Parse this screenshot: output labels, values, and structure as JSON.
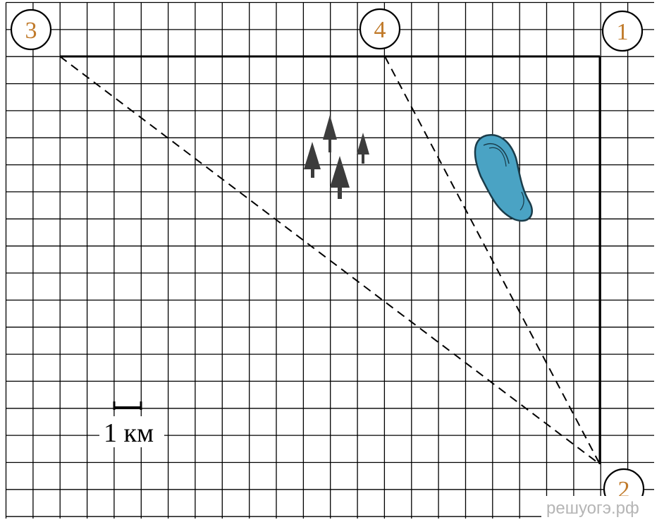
{
  "points": [
    {
      "id": "p1",
      "label": "1"
    },
    {
      "id": "p2",
      "label": "2"
    },
    {
      "id": "p3",
      "label": "3"
    },
    {
      "id": "p4",
      "label": "4"
    }
  ],
  "scale": {
    "label": "1 км"
  },
  "watermark": "решуогэ.рф",
  "colors": {
    "grid": "#000000",
    "road": "#000000",
    "label": "#c07a2a",
    "lake_fill": "#4aa3c4",
    "lake_stroke": "#1a3c4a",
    "tree": "#3c3c3c"
  },
  "icons": {
    "forest": "pine-tree-icon",
    "lake": "lake-icon"
  }
}
